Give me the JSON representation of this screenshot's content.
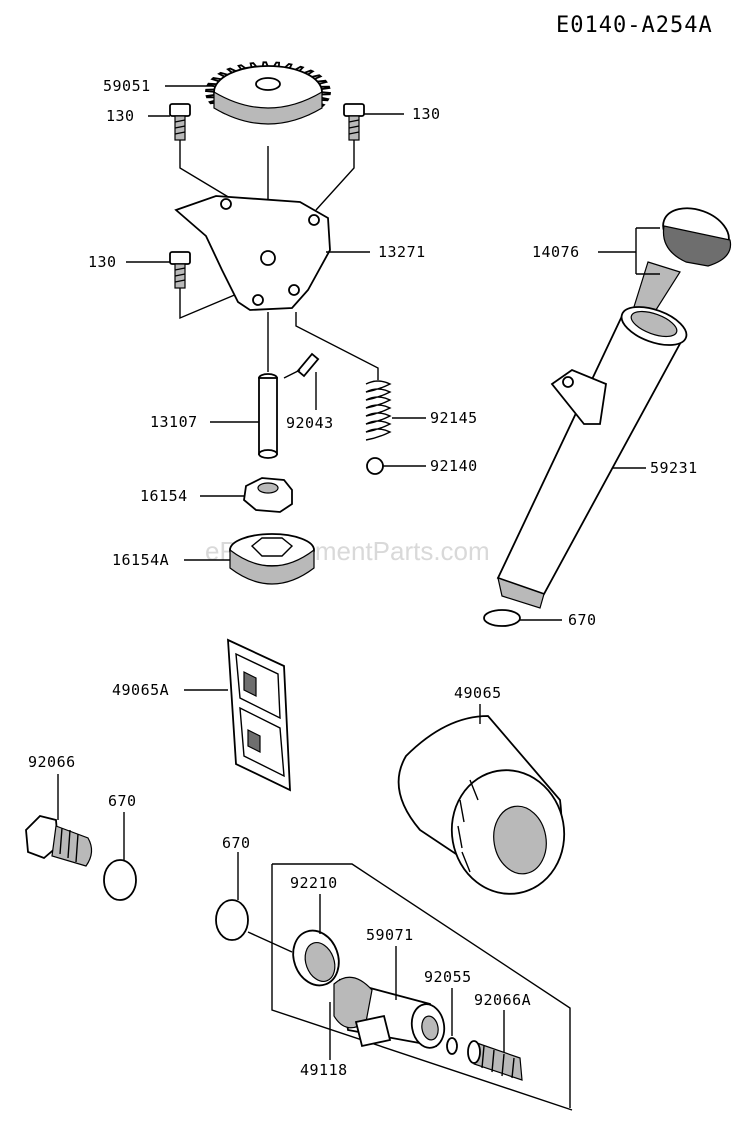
{
  "diagram_code": "E0140-A254A",
  "watermark": "eReplacementParts.com",
  "labels": {
    "p59051": "59051",
    "p130a": "130",
    "p130b": "130",
    "p130c": "130",
    "p13271": "13271",
    "p14076": "14076",
    "p13107": "13107",
    "p92043": "92043",
    "p92145": "92145",
    "p92140": "92140",
    "p16154": "16154",
    "p16154A": "16154A",
    "p59231": "59231",
    "p670a": "670",
    "p49065A": "49065A",
    "p49065": "49065",
    "p92066": "92066",
    "p670b": "670",
    "p670c": "670",
    "p92210": "92210",
    "p59071": "59071",
    "p92055": "92055",
    "p92066A": "92066A",
    "p49118": "49118"
  }
}
